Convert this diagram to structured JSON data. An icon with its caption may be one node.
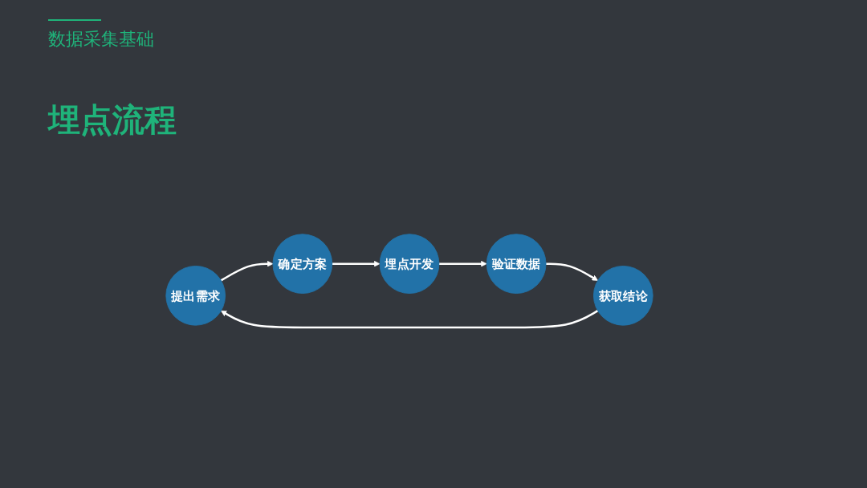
{
  "diagram": {
    "title": "埋点流程",
    "nodes": [
      {
        "text": [
          "提出需求"
        ]
      },
      {
        "text": [
          "确定方案"
        ]
      },
      {
        "text": [
          "埋点开发"
        ]
      },
      {
        "text": [
          "验证数据"
        ]
      },
      {
        "text": [
          "获取结论"
        ]
      }
    ],
    "edges": [
      {
        "from": 0,
        "to": 1,
        "arrow": "to"
      },
      {
        "from": 1,
        "to": 2,
        "arrow": "to"
      },
      {
        "from": 2,
        "to": 3,
        "arrow": "to"
      },
      {
        "from": 3,
        "to": 4,
        "arrow": "to"
      },
      {
        "from": 4,
        "to": 0,
        "arrow": "to"
      }
    ],
    "labels": [
      "数据采集基础"
    ]
  }
}
